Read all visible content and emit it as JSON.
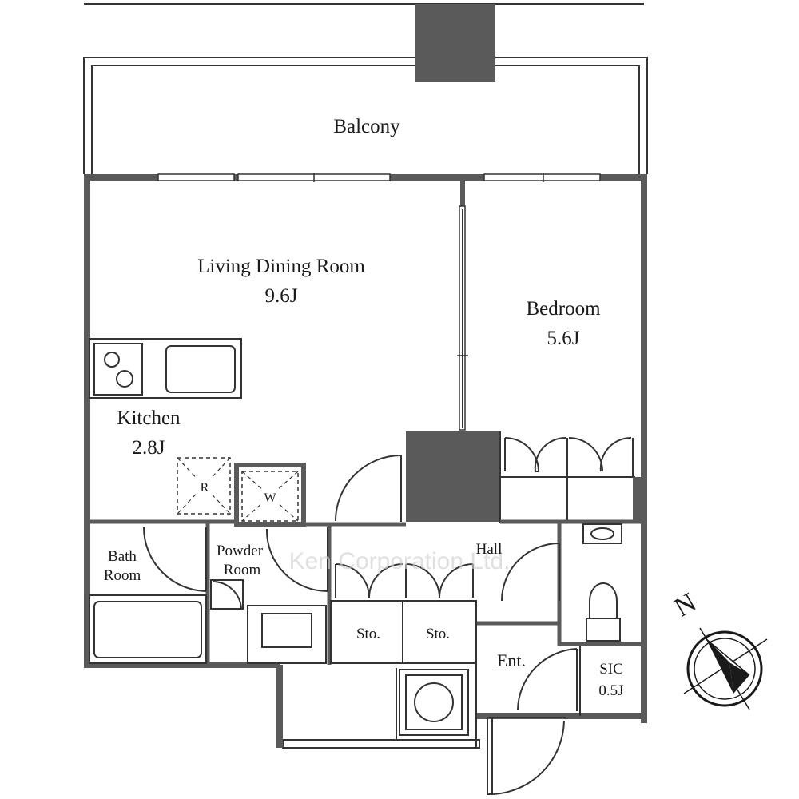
{
  "rooms": {
    "balcony": "Balcony",
    "living_dining": {
      "name": "Living Dining Room",
      "size": "9.6J"
    },
    "bedroom": {
      "name": "Bedroom",
      "size": "5.6J"
    },
    "kitchen": {
      "name": "Kitchen",
      "size": "2.8J"
    },
    "bath": {
      "line1": "Bath",
      "line2": "Room"
    },
    "powder": {
      "line1": "Powder",
      "line2": "Room"
    },
    "hall": "Hall",
    "storage_1": "Sto.",
    "storage_2": "Sto.",
    "entrance": "Ent.",
    "sic": {
      "name": "SIC",
      "size": "0.5J"
    }
  },
  "appliances": {
    "refrigerator": "R",
    "washer": "W"
  },
  "compass": {
    "north": "N"
  },
  "watermark": "Ken Corporation Ltd."
}
